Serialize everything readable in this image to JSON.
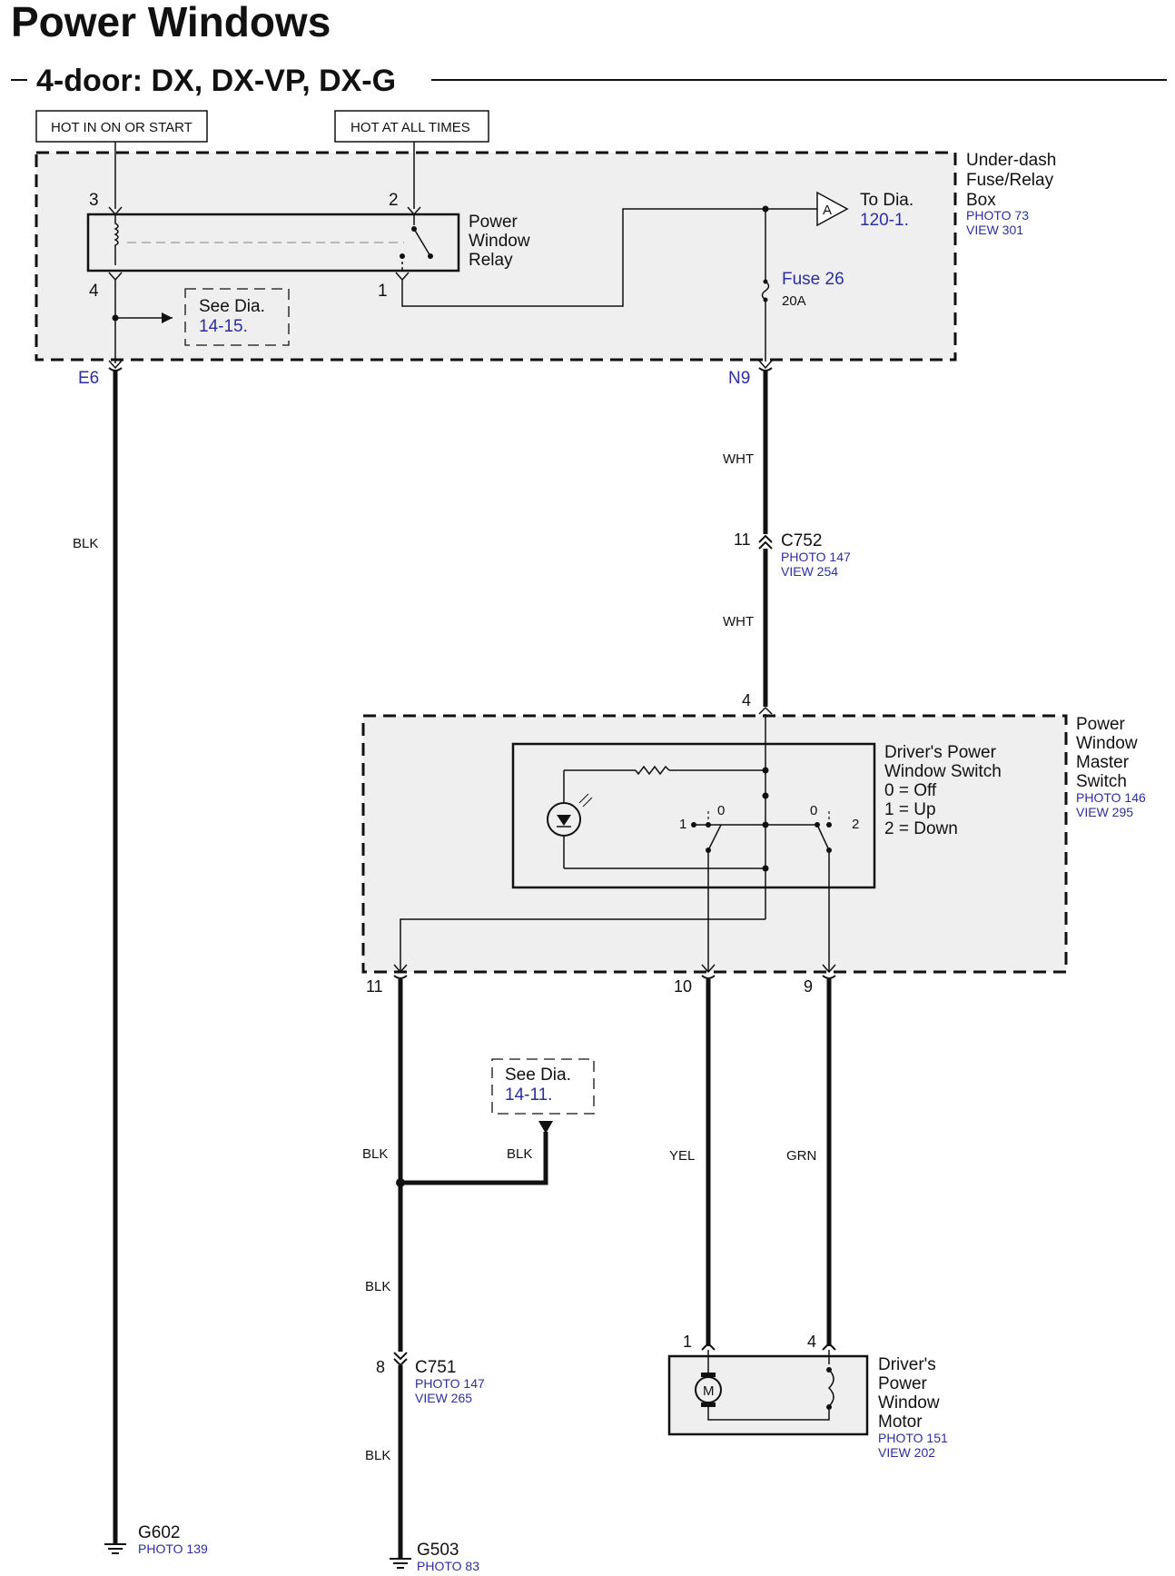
{
  "title": "Power Windows",
  "subtitle": "4-door: DX, DX-VP, DX-G",
  "power_labels": {
    "hot_in_on_or_start": "HOT IN ON OR START",
    "hot_at_all_times": "HOT AT ALL TIMES"
  },
  "fuse_box": {
    "name_lines": [
      "Under-dash",
      "Fuse/Relay",
      "Box"
    ],
    "photo": "PHOTO 73",
    "view": "VIEW 301",
    "relay_name_lines": [
      "Power",
      "Window",
      "Relay"
    ],
    "relay_pins": {
      "p1": "1",
      "p2": "2",
      "p3": "3",
      "p4": "4"
    },
    "see_dia_label": "See Dia.",
    "see_dia_ref": "14-15.",
    "connector_a": "A",
    "to_dia_label": "To Dia.",
    "to_dia_ref": "120-1.",
    "fuse_name": "Fuse 26",
    "fuse_rating": "20A",
    "terminal_e6": "E6",
    "terminal_n9": "N9"
  },
  "wires": {
    "blk_main": "BLK",
    "wht_upper": "WHT",
    "wht_lower": "WHT",
    "blk_upper": "BLK",
    "blk_branch": "BLK",
    "blk_mid": "BLK",
    "blk_lower": "BLK",
    "yel": "YEL",
    "grn": "GRN"
  },
  "connector_c752": {
    "pin": "11",
    "name": "C752",
    "photo": "PHOTO 147",
    "view": "VIEW 254"
  },
  "master_switch": {
    "name_lines": [
      "Power",
      "Window",
      "Master",
      "Switch"
    ],
    "photo": "PHOTO 146",
    "view": "VIEW 295",
    "switch_name_lines": [
      "Driver's Power",
      "Window Switch"
    ],
    "positions": [
      "0 = Off",
      "1 = Up",
      "2 = Down"
    ],
    "pin_in": "4",
    "pin_11": "11",
    "pin_10": "10",
    "pin_9": "9",
    "sw_left_1": "1",
    "sw_left_0": "0",
    "sw_right_0": "0",
    "sw_right_2": "2"
  },
  "see_dia_2": {
    "label": "See Dia.",
    "ref": "14-11."
  },
  "connector_c751": {
    "pin": "8",
    "name": "C751",
    "photo": "PHOTO 147",
    "view": "VIEW 265"
  },
  "motor": {
    "name_lines": [
      "Driver's",
      "Power",
      "Window",
      "Motor"
    ],
    "photo": "PHOTO 151",
    "view": "VIEW 202",
    "pin_1": "1",
    "pin_4": "4",
    "symbol": "M"
  },
  "ground_g602": {
    "name": "G602",
    "photo": "PHOTO 139"
  },
  "ground_g503": {
    "name": "G503",
    "photo": "PHOTO 83"
  },
  "colors": {
    "box_fill": "#efefef",
    "reference_blue": "#2b2f9b",
    "line": "#111111"
  }
}
